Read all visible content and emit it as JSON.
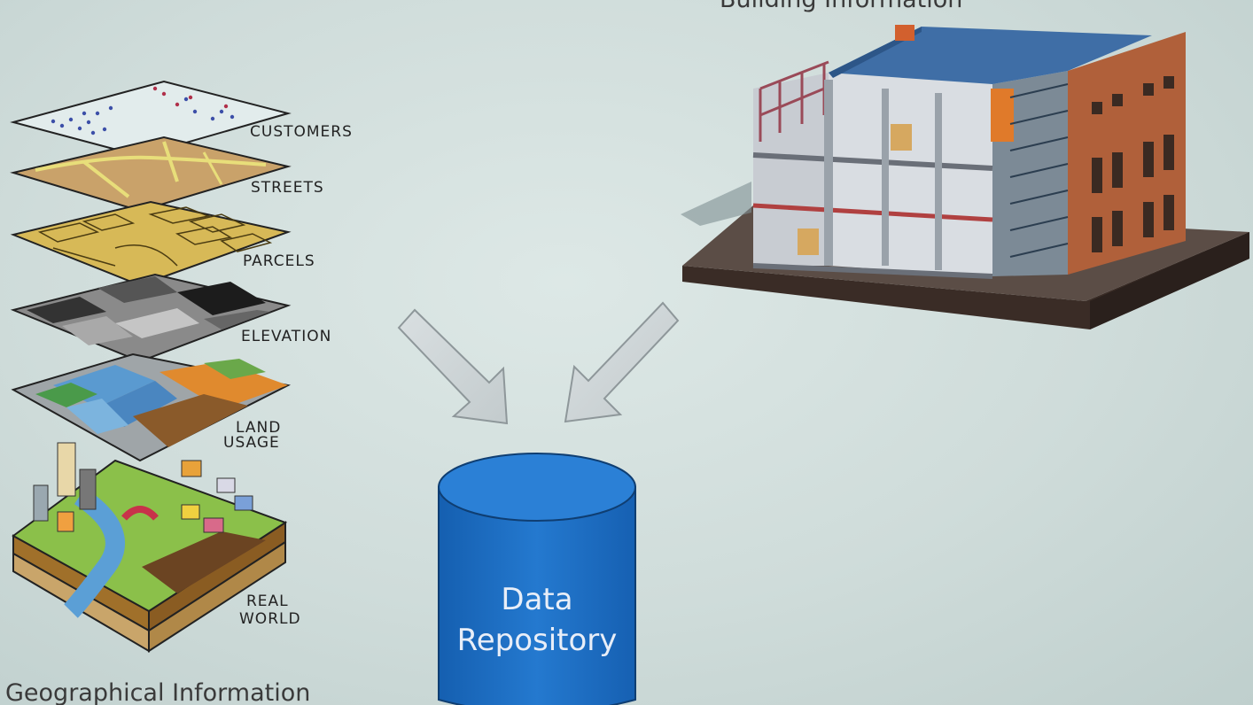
{
  "gis": {
    "layers": [
      {
        "label": "CUSTOMERS"
      },
      {
        "label": "STREETS"
      },
      {
        "label": "PARCELS"
      },
      {
        "label": "ELEVATION"
      },
      {
        "label_line1": "LAND",
        "label_line2": "USAGE"
      },
      {
        "label_line1": "REAL",
        "label_line2": "WORLD"
      }
    ],
    "caption": "Geographical Information"
  },
  "bim": {
    "caption": "Building Information"
  },
  "repository": {
    "line1": "Data",
    "line2": "Repository"
  },
  "colors": {
    "repository_fill": "#1f6fc4",
    "arrow_fill": "#cfd6d8",
    "brick": "#b0603a",
    "roof": "#3f6ea6"
  }
}
